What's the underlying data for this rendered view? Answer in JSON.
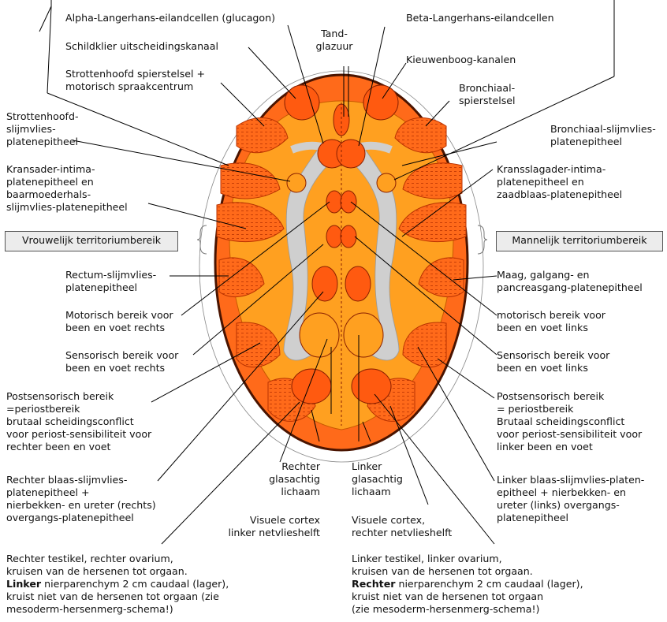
{
  "colors": {
    "outer_orange": "#ff6a1a",
    "inner_orange": "#ffa020",
    "gray_band": "#d0d0d0",
    "dark_outline": "#5a1a00",
    "organ_fill": "#ff5a10",
    "line": "#000000"
  },
  "labels": {
    "alpha": "Alpha-Langerhans-eilandcellen (glucagon)",
    "schildklier": "Schildklier uitscheidingskanaal",
    "strottenhoofd_spier": "Strottenhoofd spierstelsel +\nmotorisch spraakcentrum",
    "strottenhoofd_slijm": "Strottenhoofd-\nslijmvlies-\nplatenepitheel",
    "kransader_intima": "Kransader-intima-\nplatenepitheel en\nbaarmoederhals-\nslijmvlies-platenepitheel",
    "rectum": "Rectum-slijmvlies-\nplatenepitheel",
    "motorisch_rechts": "Motorisch bereik voor\nbeen en voet rechts",
    "sensorisch_rechts": "Sensorisch bereik voor\nbeen en voet rechts",
    "postsensorisch_rechts": "Postsensorisch bereik\n =periostbereik\nbrutaal scheidingsconflict\nvoor periost-sensibiliteit voor\nrechter been en voet",
    "blaas_rechts": "Rechter blaas-slijmvlies-\nplatenepitheel +\nnierbekken- en ureter (rechts)\novergangs-platenepitheel",
    "rechter_glas": "Rechter\nglasachtig\nlichaam",
    "visuele_links": "Visuele cortex\nlinker netvlieshelft",
    "tandglazuur": "Tand-\nglazuur",
    "beta": "Beta-Langerhans-eilandcellen",
    "kieuwenboog": "Kieuwenboog-kanalen",
    "bronchiaal_spier": "Bronchiaal-\nspierstelsel",
    "bronchiaal_slijm": "Bronchiaal-slijmvlies-\nplatenepitheel",
    "kransslagader": "Kransslagader-intima-\nplatenepitheel en\nzaadblaas-platenepitheel",
    "maag": "Maag, galgang- en\npancreasgang-platenepitheel",
    "motorisch_links": "motorisch bereik voor\nbeen en voet links",
    "sensorisch_links": "Sensorisch bereik voor\nbeen en voet links",
    "postsensorisch_links": "Postsensorisch bereik\n  = periostbereik\nBrutaal scheidingsconflict\nvoor periost-sensibiliteit voor\nlinker been en voet",
    "blaas_links": "Linker blaas-slijmvlies-platen-\nepitheel + nierbekken- en\nureter (links) overgangs-\nplatenepitheel",
    "linker_glas": "Linker\nglasachtig\nlichaam",
    "visuele_rechts": "Visuele cortex,\nrechter netvlieshelft",
    "vrouwelijk": "Vrouwelijk territoriumbereik",
    "mannelijk": "Mannelijk territoriumbereik"
  },
  "bottom_left": {
    "line1": "Rechter testikel, rechter ovarium,",
    "line2": "kruisen van de hersenen tot orgaan.",
    "bold": "Linker",
    "line3_rest": " nierparenchym 2 cm caudaal (lager),",
    "line4": "kruist niet van de hersenen tot orgaan (zie",
    "line5": "mesoderm-hersenmerg-schema!)"
  },
  "bottom_right": {
    "line1": "Linker testikel, linker ovarium,",
    "line2": "kruisen van de hersenen tot orgaan.",
    "bold": "Rechter",
    "line3_rest": " nierparenchym 2 cm caudaal (lager),",
    "line4": "kruist niet van de hersenen tot orgaan",
    "line5": "(zie mesoderm-hersenmerg-schema!)"
  }
}
